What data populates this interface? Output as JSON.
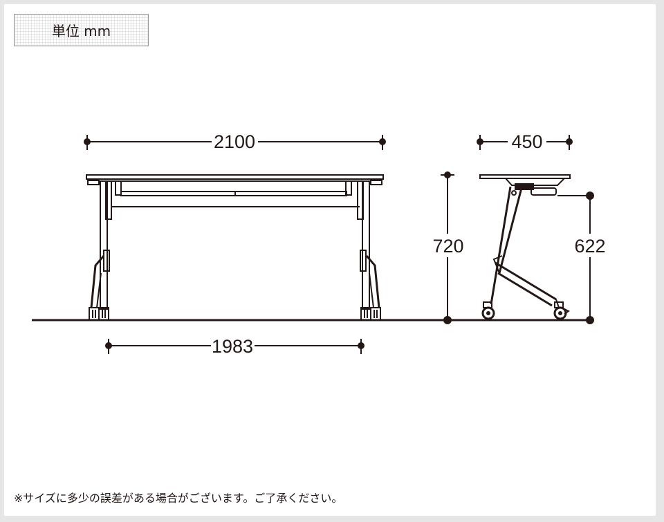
{
  "unit_label": "単位 mm",
  "dimensions": {
    "top_width": "2100",
    "leg_span": "1983",
    "depth": "450",
    "height": "720",
    "leg_clearance": "622"
  },
  "note": "※サイズに多少の誤差がある場合がございます。ご了承ください。",
  "colors": {
    "line": "#231815",
    "frame": "#e6e6e6",
    "background": "#ffffff"
  }
}
